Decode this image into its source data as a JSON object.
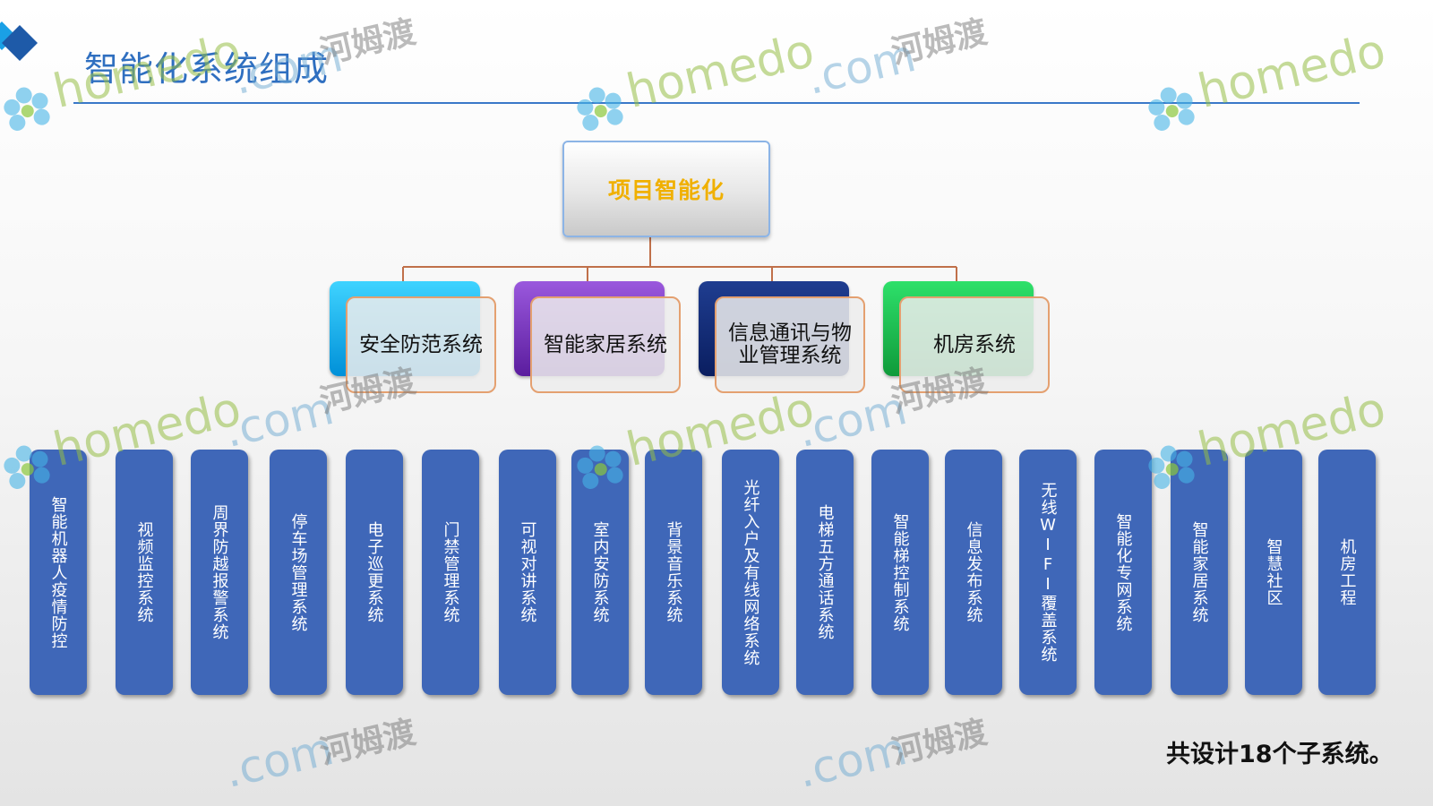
{
  "header": {
    "title": "智能化系统组成"
  },
  "diagram": {
    "root": "项目智能化",
    "categories": [
      {
        "label": "安全防范系统",
        "accent": "#1aa7ec"
      },
      {
        "label": "智能家居系统",
        "accent": "#7a3cc4"
      },
      {
        "label": "信息通讯与物业管理系统",
        "accent": "#13307a"
      },
      {
        "label": "机房系统",
        "accent": "#20c055"
      }
    ],
    "subsystems": [
      "智能机器人疫情防控",
      "视频监控系统",
      "周界防越报警系统",
      "停车场管理系统",
      "电子巡更系统",
      "门禁管理系统",
      "可视对讲系统",
      "室内安防系统",
      "背景音乐系统",
      "光纤入户及有线网络系统",
      "电梯五方通话系统",
      "智能梯控制系统",
      "信息发布系统",
      "无线WIFI覆盖系统",
      "智能化专网系统",
      "智能家居系统",
      "智慧社区",
      "机房工程"
    ],
    "summary": "共设计18个子系统。"
  },
  "watermark": {
    "latin": "homedo",
    "domain": ".com",
    "chinese": "河姆渡"
  },
  "colors": {
    "title": "#2f6fc0",
    "root_text": "#f0b000",
    "subsystem_fill": "#3f67b8",
    "connector": "#c0704a"
  }
}
